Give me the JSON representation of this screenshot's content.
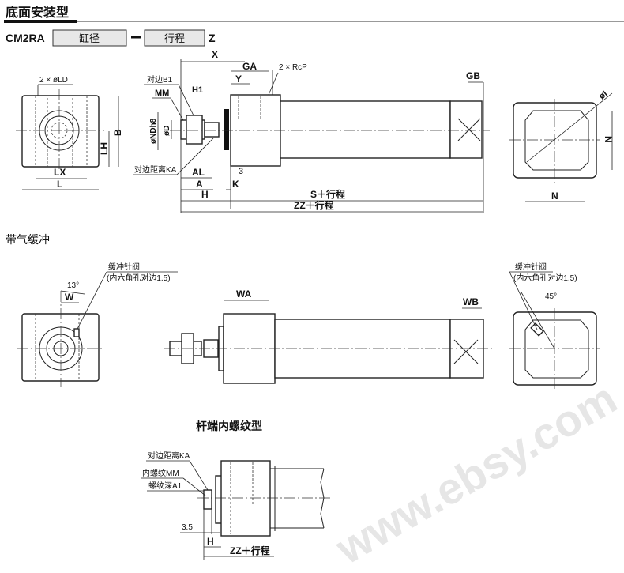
{
  "section_title": "底面安装型",
  "model": {
    "prefix": "CM2RA",
    "field1": "缸径",
    "separator": "−",
    "field2": "行程",
    "suffix": "Z"
  },
  "main_view": {
    "labels": {
      "X": "X",
      "GA": "GA",
      "Y": "Y",
      "RcP": "2 × RcP",
      "GB": "GB",
      "B1": "对边B1",
      "MM": "MM",
      "H1": "H1",
      "ND": "øNDh8",
      "D": "øD",
      "KA": "对边距离KA",
      "AL": "AL",
      "three": "3",
      "A": "A",
      "K": "K",
      "H": "H",
      "S": "S＋行程",
      "ZZ": "ZZ＋行程"
    },
    "front_labels": {
      "LD": "2 × øLD",
      "LH": "LH",
      "B": "B",
      "LX": "LX",
      "L": "L"
    },
    "end_labels": {
      "I": "øI",
      "N_v": "N",
      "N_h": "N"
    }
  },
  "cushion_section": {
    "title": "带气缓冲",
    "valve_label": "缓冲针阀",
    "valve_note": "(内六角孔对边1.5)",
    "angle1": "13°",
    "W": "W",
    "WA": "WA",
    "WB": "WB",
    "angle2": "45°"
  },
  "female_thread_section": {
    "title": "杆端内螺纹型",
    "KA": "对边距离KA",
    "MM": "内螺纹MM",
    "A1": "螺纹深A1",
    "dim35": "3.5",
    "H": "H",
    "ZZ": "ZZ＋行程"
  },
  "watermark": "www.ebsy.com"
}
